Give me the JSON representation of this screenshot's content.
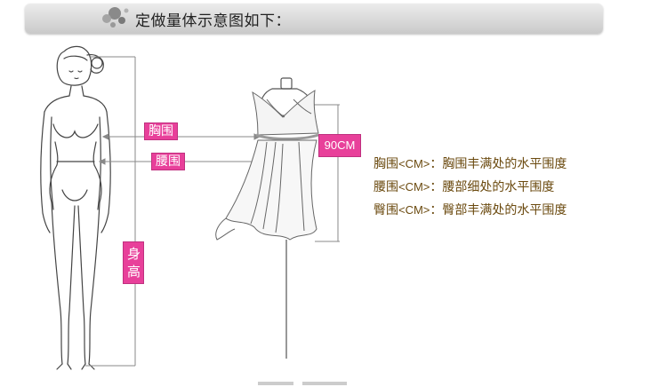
{
  "header": {
    "title": "定做量体示意图如下："
  },
  "labels": {
    "bust": "胸围",
    "waist": "腰围",
    "height_char1": "身",
    "height_char2": "高",
    "length": "90CM"
  },
  "descriptions": [
    {
      "term": "胸围",
      "unit": "<CM>",
      "sep": "：",
      "text": "胸围丰满处的水平围度"
    },
    {
      "term": "腰围",
      "unit": "<CM>",
      "sep": "：",
      "text": "腰部细处的水平围度"
    },
    {
      "term": "臀围",
      "unit": "<CM>",
      "sep": "：",
      "text": "臀部丰满处的水平围度"
    }
  ],
  "colors": {
    "tag_bg": "#e8409a",
    "desc_text": "#6b4a0f",
    "header_bg": "#d9d9d9"
  }
}
